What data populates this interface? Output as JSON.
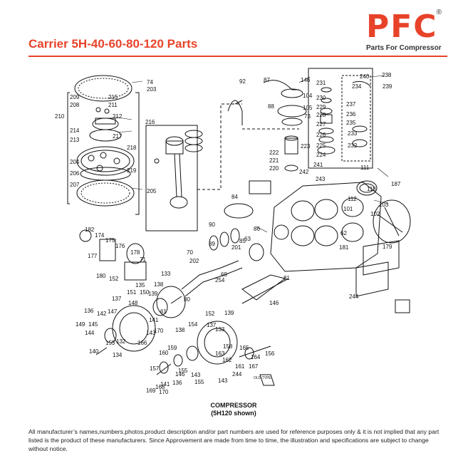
{
  "page": {
    "title": "Carrier 5H-40-60-80-120 Parts"
  },
  "logo": {
    "mark": "PFC",
    "registered": "®",
    "tagline": "Parts For Compressor"
  },
  "diagram": {
    "caption_line1": "COMPRESSOR",
    "caption_line2": "(5H120 shown)",
    "old_type_label": "OLD TYPE",
    "part_numbers": [
      "74",
      "203",
      "209",
      "215",
      "208",
      "211",
      "212",
      "210",
      "216",
      "214",
      "217",
      "213",
      "218",
      "204",
      "219",
      "206",
      "205",
      "207",
      "92",
      "87",
      "146",
      "104",
      "88",
      "105",
      "73",
      "231",
      "238",
      "240",
      "234",
      "239",
      "230",
      "229",
      "237",
      "228",
      "236",
      "227",
      "235",
      "226",
      "233",
      "225",
      "232",
      "224",
      "222",
      "221",
      "223",
      "220",
      "241",
      "242",
      "243",
      "111",
      "113",
      "187",
      "84",
      "112",
      "101",
      "103",
      "102",
      "90",
      "89",
      "86",
      "85",
      "201",
      "63",
      "62",
      "181",
      "182",
      "174",
      "175",
      "176",
      "177",
      "178",
      "71",
      "70",
      "202",
      "69",
      "254",
      "179",
      "180",
      "152",
      "133",
      "138",
      "135",
      "137",
      "151",
      "150",
      "139",
      "148",
      "147",
      "136",
      "142",
      "141",
      "61",
      "80",
      "81",
      "146",
      "149",
      "145",
      "144",
      "140",
      "153",
      "132",
      "134",
      "143",
      "170",
      "166",
      "154",
      "138",
      "152",
      "139",
      "137",
      "133",
      "158",
      "159",
      "160",
      "157",
      "165",
      "164",
      "156",
      "163",
      "162",
      "161",
      "167",
      "168",
      "169",
      "170",
      "146",
      "136",
      "141",
      "143",
      "155",
      "244"
    ]
  },
  "footer": {
    "disclaimer": "All manufacturer’s names,numbers,photos,product description and/or part numbers are used for reference purposes only & it is not implied that any part listed is the product of these manufacturers.  Since Approvement are made from time to time,  the illustration and specifications are subject to change without notice."
  }
}
